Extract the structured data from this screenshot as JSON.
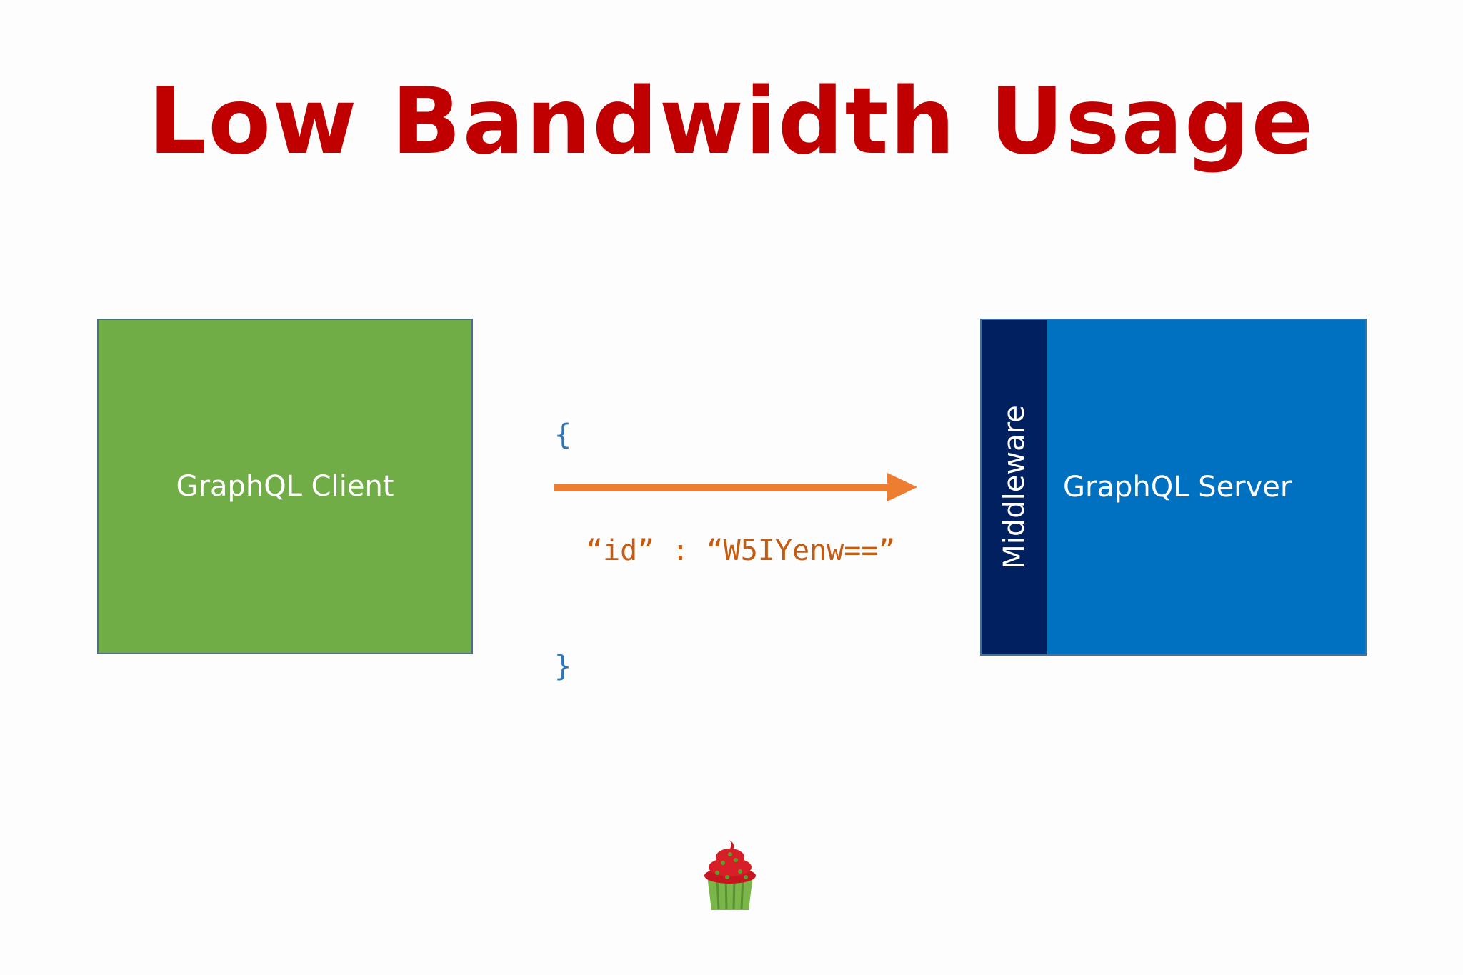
{
  "slide": {
    "title": "Low Bandwidth Usage"
  },
  "client": {
    "label": "GraphQL Client",
    "color": "#70ad47"
  },
  "server": {
    "label": "GraphQL Server",
    "middleware_label": "Middleware",
    "color": "#0070c0",
    "middleware_color": "#002060"
  },
  "payload": {
    "open_brace": "{",
    "key_value": "“id” : “W5IYenw==”",
    "close_brace": "}"
  },
  "colors": {
    "title": "#c00000",
    "arrow": "#ed7d31",
    "brace": "#2e75b6",
    "key_value": "#c55a11"
  },
  "icons": {
    "arrow": "arrow-right-icon",
    "cupcake": "cupcake-icon"
  }
}
